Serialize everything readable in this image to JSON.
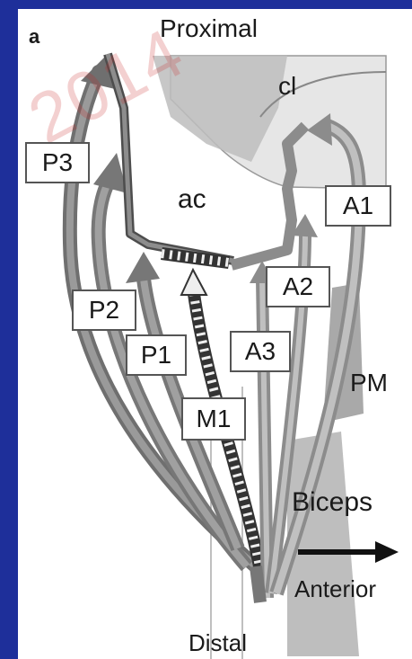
{
  "figure": {
    "panel_letter": "a",
    "watermark": "2014",
    "labels": {
      "proximal": "Proximal",
      "distal": "Distal",
      "cl": "cl",
      "ac": "ac",
      "pm": "PM",
      "biceps": "Biceps",
      "anterior": "Anterior"
    },
    "boxes": {
      "p1": "P1",
      "p2": "P2",
      "p3": "P3",
      "a1": "A1",
      "a2": "A2",
      "a3": "A3",
      "m1": "M1"
    },
    "colors": {
      "background": "#1e2f9a",
      "vessel_gray": "#8a8a8a",
      "vessel_dark": "#5e5e5e",
      "bone_light": "#d8d8d8"
    }
  }
}
